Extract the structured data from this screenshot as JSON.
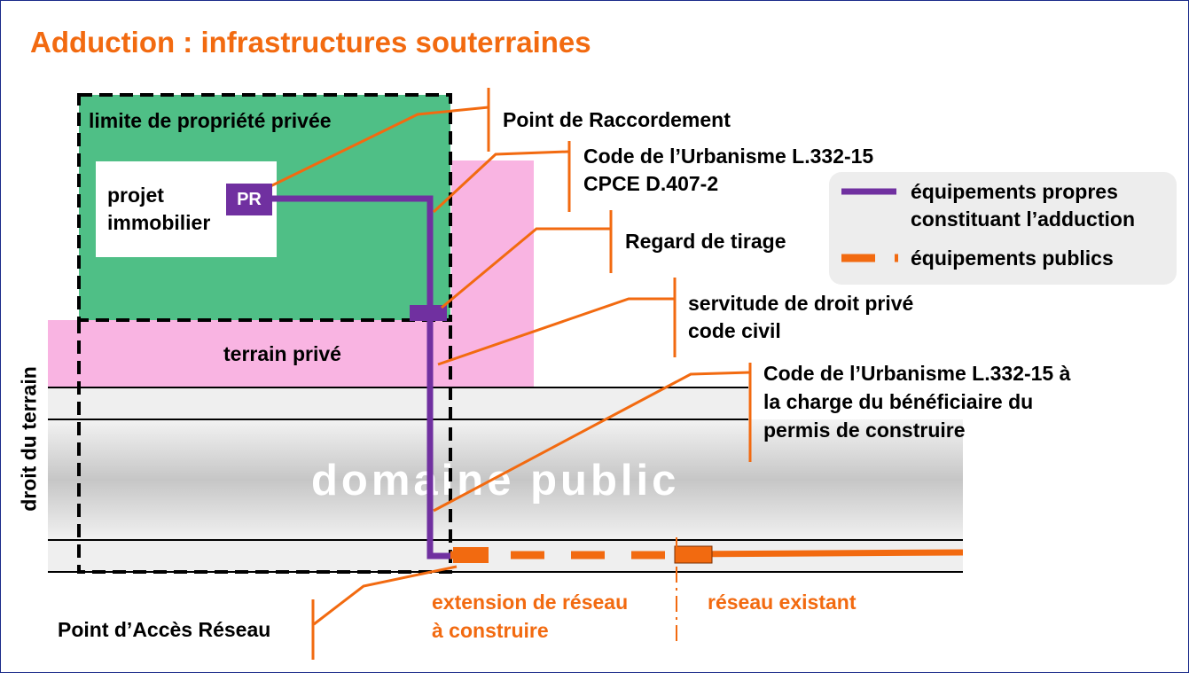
{
  "title": "Adduction : infrastructures souterraines",
  "zones": {
    "private_limit": "limite de propriété privée",
    "project_line1": "projet",
    "project_line2": "immobilier",
    "pr_box": "PR",
    "private_land": "terrain privé",
    "public_domain": "domaine public",
    "land_right": "droit du terrain"
  },
  "annotations": {
    "connection_point": "Point de Raccordement",
    "urbanism_line1": "Code de l’Urbanisme L.332-15",
    "urbanism_line2": "CPCE D.407-2",
    "pull_box": "Regard de tirage",
    "easement_line1": "servitude de droit privé",
    "easement_line2": "code civil",
    "beneficiary_line1": "Code de l’Urbanisme L.332-15 à",
    "beneficiary_line2": "la charge du bénéficiaire du",
    "beneficiary_line3": "permis de construire",
    "network_access_point": "Point d’Accès Réseau",
    "extension_line1": "extension de réseau",
    "extension_line2": "à construire",
    "existing_network": "réseau  existant"
  },
  "legend": {
    "private_line1": "équipements propres",
    "private_line2": "constituant l’adduction",
    "public": "équipements publics"
  },
  "colors": {
    "orange": "#f26a10",
    "purple": "#7030a0",
    "green": "#4fbf86",
    "pink": "#f9b4e2",
    "title": "#f26a10"
  }
}
